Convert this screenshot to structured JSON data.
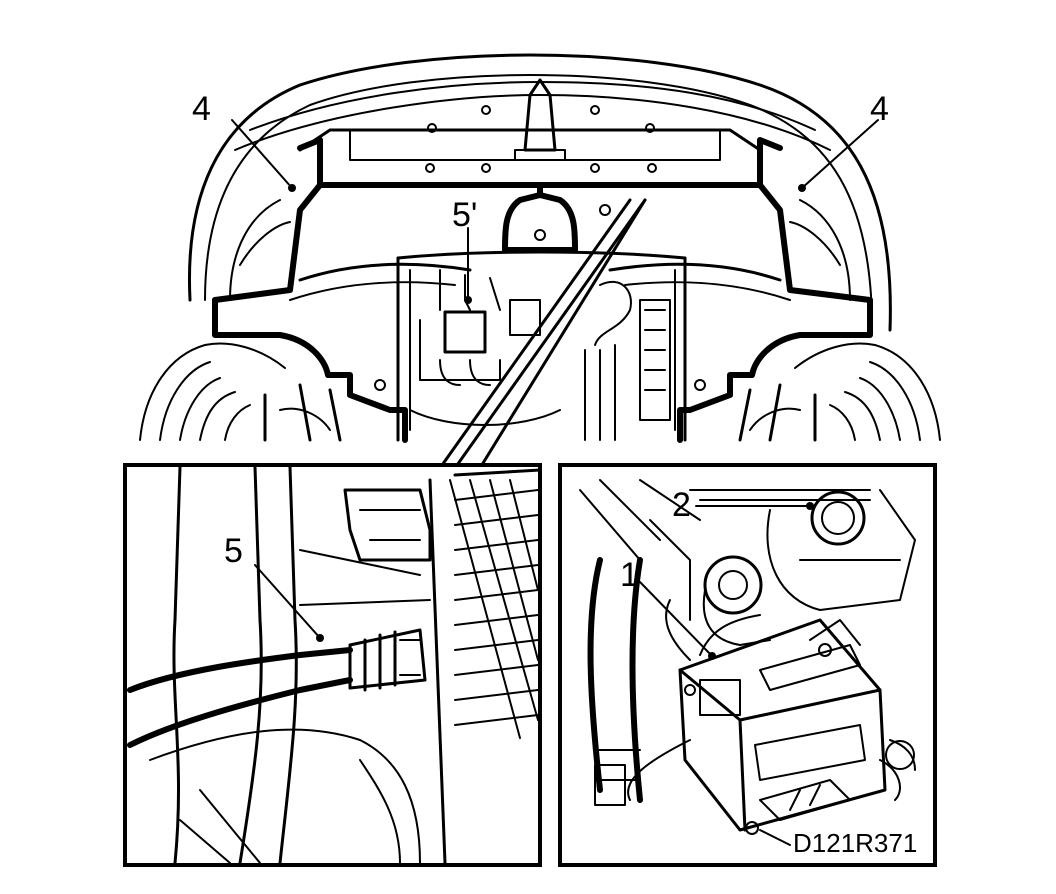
{
  "callouts": {
    "left_4": "4",
    "right_4": "4",
    "top_5prime": "5'",
    "inset_left_5": "5",
    "inset_right_1": "1",
    "inset_right_2": "2"
  },
  "reference_code": "D121R371"
}
